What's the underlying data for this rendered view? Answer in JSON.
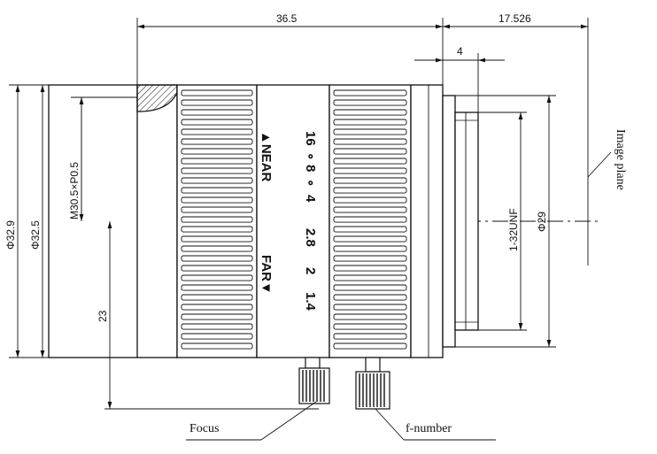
{
  "dimensions": {
    "overall_length": "36.5",
    "back_focus": "17.526",
    "mount_length": "4",
    "diameter_outer": "Φ32.9",
    "diameter_body": "Φ32.5",
    "filter_thread": "M30.5×P0.5",
    "height_to_axis": "23",
    "mount_thread": "1-32UNF",
    "mount_diameter": "Φ29"
  },
  "lens_markings": {
    "near": "▲NEAR",
    "far": "FAR▼",
    "f_numbers": [
      "16",
      "∘",
      "8",
      "∘",
      "4",
      "2.8",
      "2",
      "1.4"
    ]
  },
  "labels": {
    "focus": "Focus",
    "f_number": "f-number",
    "image_plane": "Image plane"
  }
}
